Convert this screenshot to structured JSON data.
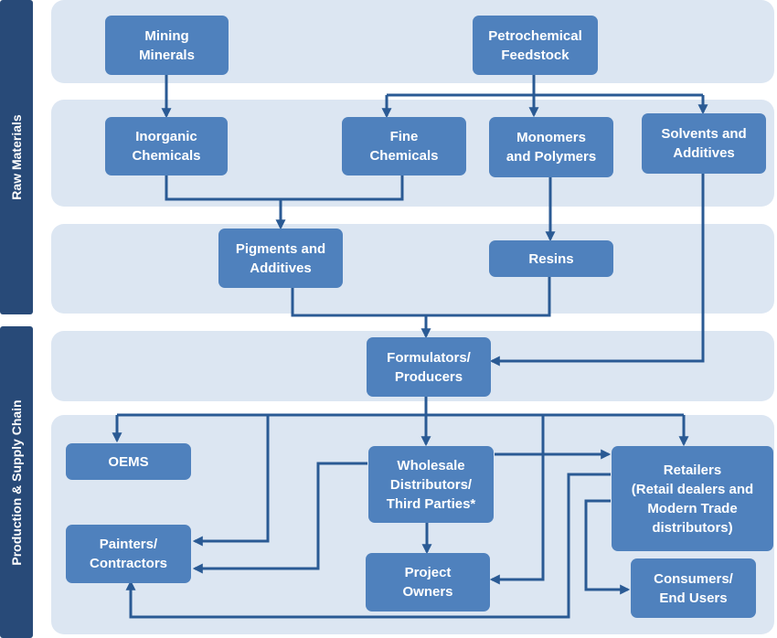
{
  "sections": {
    "raw_materials": "Raw Materials",
    "production_supply_chain": "Production & Supply Chain"
  },
  "nodes": {
    "mining_minerals": "Mining\nMinerals",
    "petrochemical_feedstock": "Petrochemical\nFeedstock",
    "inorganic_chemicals": "Inorganic\nChemicals",
    "fine_chemicals": "Fine\nChemicals",
    "monomers_polymers": "Monomers\nand Polymers",
    "solvents_additives": "Solvents and\nAdditives",
    "pigments_additives": "Pigments and\nAdditives",
    "resins": "Resins",
    "formulators_producers": "Formulators/\nProducers",
    "oems": "OEMS",
    "wholesale_distributors": "Wholesale\nDistributors/\nThird Parties*",
    "retailers": "Retailers\n(Retail dealers and\nModern Trade\ndistributors)",
    "painters_contractors": "Painters/\nContractors",
    "project_owners": "Project\nOwners",
    "consumers_end_users": "Consumers/\nEnd Users"
  },
  "colors": {
    "band": "#dce6f2",
    "box": "#4f81bd",
    "connector": "#2a5a94",
    "sidebar": "#284a78",
    "text": "#ffffff"
  }
}
